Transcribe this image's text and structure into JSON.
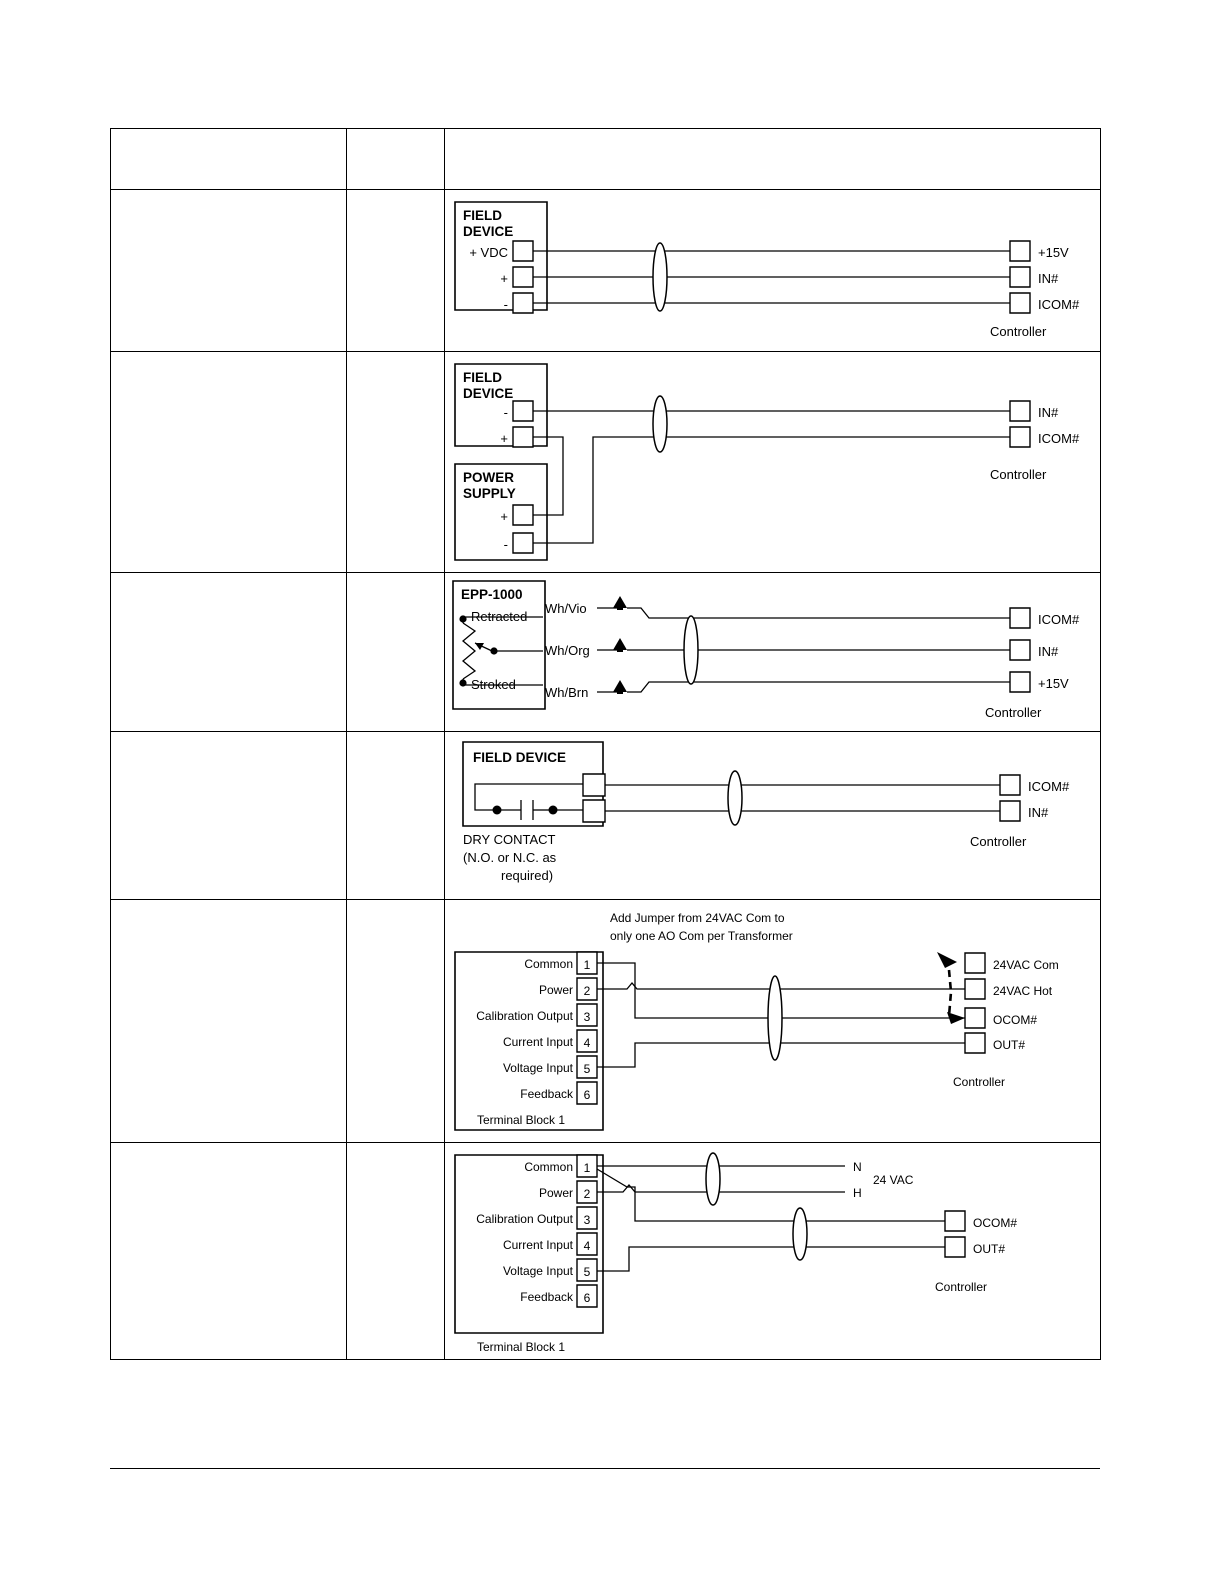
{
  "document": {
    "type": "wiring-diagram-table",
    "columns": [
      "",
      "",
      ""
    ],
    "column_count": 3,
    "row_count": 7,
    "header_row_empty": true
  },
  "common": {
    "controller_label": "Controller",
    "field_device": "FIELD DEVICE",
    "field_device_two_line": [
      "FIELD",
      "DEVICE"
    ],
    "power_supply_two_line": [
      "POWER",
      "SUPPLY"
    ],
    "terminal_block_label": "Terminal Block 1",
    "plus": "+",
    "minus": "-"
  },
  "rows": [
    {
      "id": "row-header",
      "col1": "",
      "col2": "",
      "col3": ""
    },
    {
      "id": "row-3wire-powered-transmitter",
      "diagram": {
        "name": "three-wire-transmitter",
        "device_title": [
          "FIELD",
          "DEVICE"
        ],
        "device_terminals": [
          "+ VDC",
          "+",
          "-"
        ],
        "controller_terminals": [
          "+15V",
          "IN#",
          "ICOM#"
        ],
        "controller_label": "Controller",
        "shield_symbol": true
      }
    },
    {
      "id": "row-external-power-supply",
      "diagram": {
        "name": "externally-powered-transmitter",
        "device_title": [
          "FIELD",
          "DEVICE"
        ],
        "device_terminals": [
          "-",
          "+"
        ],
        "supply_title": [
          "POWER",
          "SUPPLY"
        ],
        "supply_terminals": [
          "+",
          "-"
        ],
        "controller_terminals": [
          "IN#",
          "ICOM#"
        ],
        "controller_label": "Controller",
        "shield_symbol": true
      }
    },
    {
      "id": "row-epp-1000-potentiometer",
      "diagram": {
        "name": "epp-1000-feedback-potentiometer",
        "device_title": "EPP-1000",
        "position_labels": [
          "Retracted",
          "Stroked"
        ],
        "wire_colors": [
          "Wh/Vio",
          "Wh/Org",
          "Wh/Brn"
        ],
        "controller_terminals": [
          "ICOM#",
          "IN#",
          "+15V"
        ],
        "controller_label": "Controller",
        "shield_symbol": true,
        "splice_symbols": 3
      }
    },
    {
      "id": "row-dry-contact",
      "diagram": {
        "name": "dry-contact-input",
        "device_title": "FIELD DEVICE",
        "caption": [
          "DRY CONTACT",
          "(N.O. or N.C. as",
          "required)"
        ],
        "controller_terminals": [
          "ICOM#",
          "IN#"
        ],
        "controller_label": "Controller",
        "shield_symbol": true
      }
    },
    {
      "id": "row-terminal-block-transformer",
      "diagram": {
        "name": "terminal-block-1-with-transformer-jumper",
        "note": [
          "Add Jumper from 24VAC Com to",
          "only one AO Com per Transformer"
        ],
        "terminals": [
          {
            "number": "1",
            "label": "Common"
          },
          {
            "number": "2",
            "label": "Power"
          },
          {
            "number": "3",
            "label": "Calibration Output"
          },
          {
            "number": "4",
            "label": "Current Input"
          },
          {
            "number": "5",
            "label": "Voltage Input"
          },
          {
            "number": "6",
            "label": "Feedback"
          }
        ],
        "block_caption": "Terminal Block 1",
        "controller_terminals": [
          "24VAC Com",
          "24VAC Hot",
          "OCOM#",
          "OUT#"
        ],
        "controller_label": "Controller",
        "jumper": true,
        "shield_symbol": true
      }
    },
    {
      "id": "row-terminal-block-24vac",
      "diagram": {
        "name": "terminal-block-1-with-separate-24vac",
        "terminals": [
          {
            "number": "1",
            "label": "Common"
          },
          {
            "number": "2",
            "label": "Power"
          },
          {
            "number": "3",
            "label": "Calibration Output"
          },
          {
            "number": "4",
            "label": "Current Input"
          },
          {
            "number": "5",
            "label": "Voltage Input"
          },
          {
            "number": "6",
            "label": "Feedback"
          }
        ],
        "block_caption": "Terminal Block 1",
        "supply_labels": [
          "N",
          "H"
        ],
        "supply_title": "24 VAC",
        "controller_terminals": [
          "OCOM#",
          "OUT#"
        ],
        "controller_label": "Controller",
        "shield_symbol": true
      }
    }
  ]
}
